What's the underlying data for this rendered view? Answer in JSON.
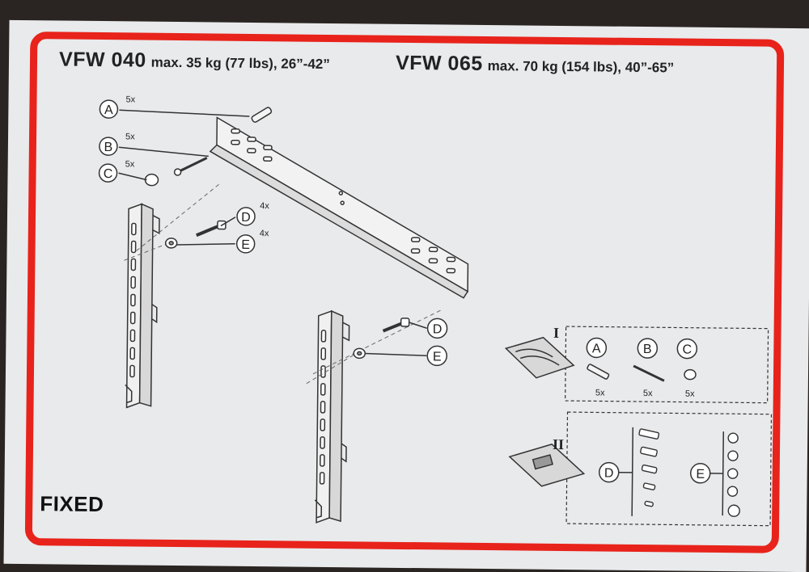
{
  "header": {
    "models": [
      {
        "name": "VFW 040",
        "spec": "max. 35 kg (77 lbs), 26”-42”"
      },
      {
        "name": "VFW 065",
        "spec": "max. 70 kg (154 lbs), 40”-65”"
      }
    ]
  },
  "diagram": {
    "part_callouts": [
      {
        "letter": "A",
        "qty": "5x"
      },
      {
        "letter": "B",
        "qty": "5x"
      },
      {
        "letter": "C",
        "qty": "5x"
      },
      {
        "letter": "D",
        "qty": "4x"
      },
      {
        "letter": "E",
        "qty": "4x"
      }
    ],
    "right_callouts": [
      "D",
      "E"
    ]
  },
  "packs": {
    "pack1": {
      "roman": "I",
      "parts": [
        {
          "letter": "A",
          "qty": "5x"
        },
        {
          "letter": "B",
          "qty": "5x"
        },
        {
          "letter": "C",
          "qty": "5x"
        }
      ]
    },
    "pack2": {
      "roman": "II",
      "parts": [
        {
          "letter": "D"
        },
        {
          "letter": "E"
        }
      ]
    }
  },
  "footer": {
    "label": "FIXED"
  },
  "colors": {
    "frame": "#e8231b",
    "paper": "#e9eaec",
    "ink": "#222222"
  }
}
